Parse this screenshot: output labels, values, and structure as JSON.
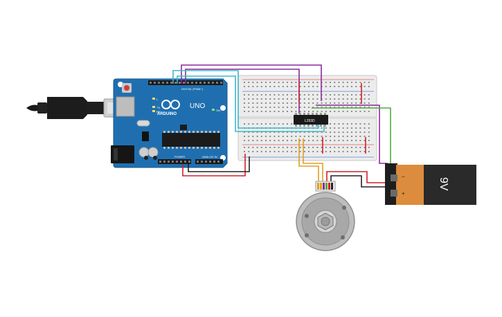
{
  "arduino": {
    "brand": "ARDUINO",
    "model": "UNO",
    "digital_label": "DIGITAL (PWM~)",
    "power_label": "POWER",
    "analog_label": "ANALOG IN",
    "on_label": "ON",
    "tx_label": "TX",
    "rx_label": "RX",
    "l_label": "L"
  },
  "chip": {
    "label": "L293D"
  },
  "battery": {
    "label": "9V",
    "minus": "−",
    "plus": "+"
  },
  "colors": {
    "board": "#1f6fb0",
    "breadboard": "#ececec",
    "battery_orange": "#dc8c3c",
    "battery_black": "#2a2a2a",
    "wire_red": "#d0202a",
    "wire_black": "#222222",
    "wire_purple": "#8a2a9a",
    "wire_cyan": "#3fb8c8",
    "wire_green": "#4caf3a",
    "wire_orange": "#e0a020",
    "motor_gray": "#a8a8a8"
  },
  "icons": [
    "usb-cable-icon",
    "dc-motor-icon",
    "battery-icon"
  ]
}
